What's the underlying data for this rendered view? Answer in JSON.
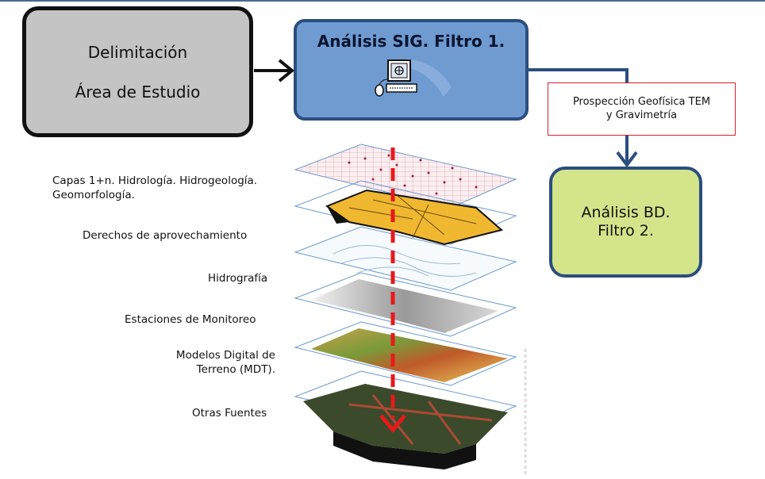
{
  "boxes": {
    "delimitacion": {
      "line1": "Delimitación",
      "line2": "Área de Estudio"
    },
    "sig": {
      "title": "Análisis SIG. Filtro 1."
    },
    "geofisica": {
      "line1": "Prospección Geofísica TEM",
      "line2": "y Gravimetría"
    },
    "bd": {
      "line1": "Análisis BD.",
      "line2": "Filtro 2."
    }
  },
  "layers": [
    {
      "label": "Capas 1+n. Hidrología. Hidrogeología. Geomorfología."
    },
    {
      "label": "Derechos de aprovechamiento"
    },
    {
      "label": "Hidrografía"
    },
    {
      "label": "Estaciones de Monitoreo"
    },
    {
      "label_line1": "Modelos Digital de",
      "label_line2": "Terreno (MDT)."
    },
    {
      "label": "Otras Fuentes"
    }
  ],
  "colors": {
    "arrow_blue": "#2a4e7e",
    "dashed_red": "#e8191b",
    "sig_fill": "#6f9bd0",
    "bd_fill": "#d4e48a",
    "delim_fill": "#c4c4c4"
  },
  "icons": [
    "computer-icon"
  ]
}
